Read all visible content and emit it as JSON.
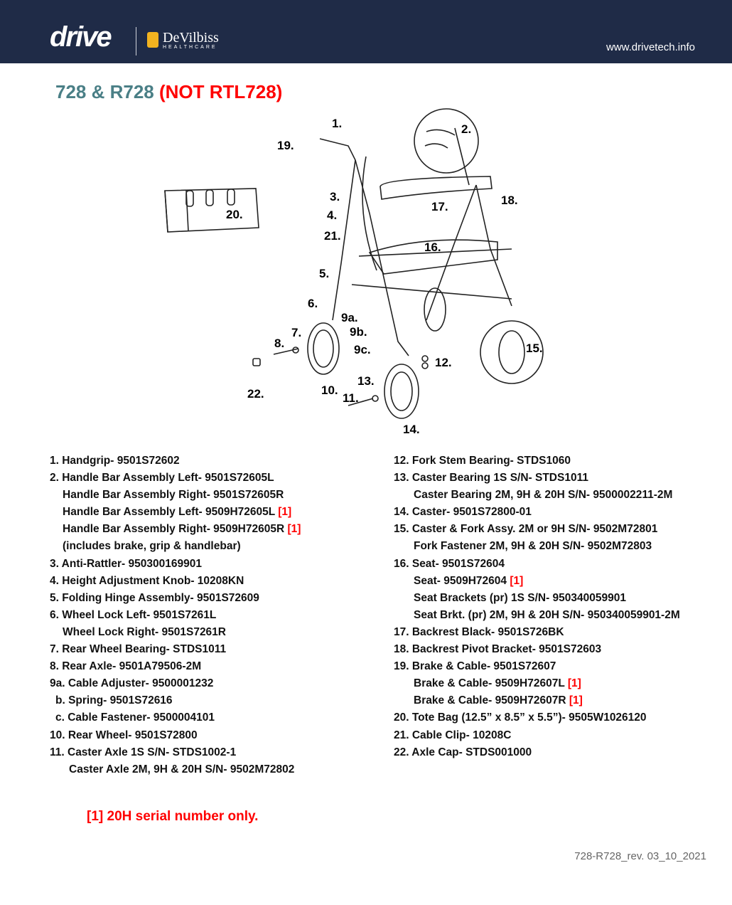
{
  "header": {
    "logo_drive": "drive",
    "logo_devilbiss": "DeVilbiss",
    "logo_devilbiss_sub": "HEALTHCARE",
    "url": "www.drivetech.info"
  },
  "title": {
    "main": "728 & R728",
    "qualifier": "(NOT RTL728)"
  },
  "diagram_callouts": [
    "1.",
    "2.",
    "19.",
    "3.",
    "17.",
    "18.",
    "4.",
    "20.",
    "21.",
    "16.",
    "5.",
    "6.",
    "9a.",
    "9b.",
    "7.",
    "8.",
    "9c.",
    "15.",
    "12.",
    "13.",
    "22.",
    "10.",
    "11.",
    "14."
  ],
  "parts_left": [
    {
      "text": "1. Handgrip- 9501S72602"
    },
    {
      "text": "2. Handle Bar Assembly Left- 9501S72605L"
    },
    {
      "text": "Handle Bar Assembly Right- 9501S72605R"
    },
    {
      "text": "Handle Bar Assembly Left- 9509H72605L",
      "note": "[1]"
    },
    {
      "text": "Handle Bar Assembly Right- 9509H72605R",
      "note": "[1]"
    },
    {
      "text": "(includes brake, grip & handlebar)"
    },
    {
      "text": "3. Anti-Rattler- 950300169901"
    },
    {
      "text": "4. Height Adjustment Knob- 10208KN"
    },
    {
      "text": "5. Folding Hinge Assembly- 9501S72609"
    },
    {
      "text": "6. Wheel Lock Left- 9501S7261L"
    },
    {
      "text": "Wheel Lock Right- 9501S7261R"
    },
    {
      "text": "7. Rear Wheel Bearing- STDS1011"
    },
    {
      "text": "8. Rear Axle- 9501A79506-2M"
    },
    {
      "text": "9a. Cable Adjuster- 9500001232"
    },
    {
      "text": "b. Spring- 9501S72616"
    },
    {
      "text": "c. Cable Fastener- 9500004101"
    },
    {
      "text": "10. Rear Wheel- 9501S72800"
    },
    {
      "text": "11. Caster Axle 1S S/N- STDS1002-1"
    },
    {
      "text": "Caster Axle 2M, 9H & 20H S/N- 9502M72802"
    }
  ],
  "parts_right": [
    {
      "text": "12. Fork Stem Bearing- STDS1060"
    },
    {
      "text": "13. Caster Bearing 1S S/N- STDS1011"
    },
    {
      "text": "Caster Bearing 2M, 9H & 20H S/N- 9500002211-2M"
    },
    {
      "text": "14. Caster- 9501S72800-01"
    },
    {
      "text": "15. Caster & Fork Assy. 2M or 9H S/N- 9502M72801"
    },
    {
      "text": "Fork Fastener 2M, 9H & 20H S/N- 9502M72803"
    },
    {
      "text": "16. Seat- 9501S72604"
    },
    {
      "text": "Seat- 9509H72604",
      "note": "[1]"
    },
    {
      "text": "Seat Brackets (pr) 1S S/N- 950340059901"
    },
    {
      "text": "Seat Brkt. (pr) 2M, 9H & 20H S/N- 950340059901-2M"
    },
    {
      "text": "17. Backrest Black- 9501S726BK"
    },
    {
      "text": "18. Backrest Pivot Bracket- 9501S72603"
    },
    {
      "text": "19. Brake & Cable- 9501S72607"
    },
    {
      "text": "Brake & Cable- 9509H72607L",
      "note": "[1]"
    },
    {
      "text": "Brake & Cable- 9509H72607R",
      "note": "[1]"
    },
    {
      "text": "20. Tote Bag (12.5” x 8.5” x 5.5”)- 9505W1026120"
    },
    {
      "text": "21. Cable Clip- 10208C"
    },
    {
      "text": "22. Axle Cap- STDS001000"
    }
  ],
  "footnote": "[1] 20H serial number only.",
  "revision": "728-R728_rev. 03_10_2021"
}
